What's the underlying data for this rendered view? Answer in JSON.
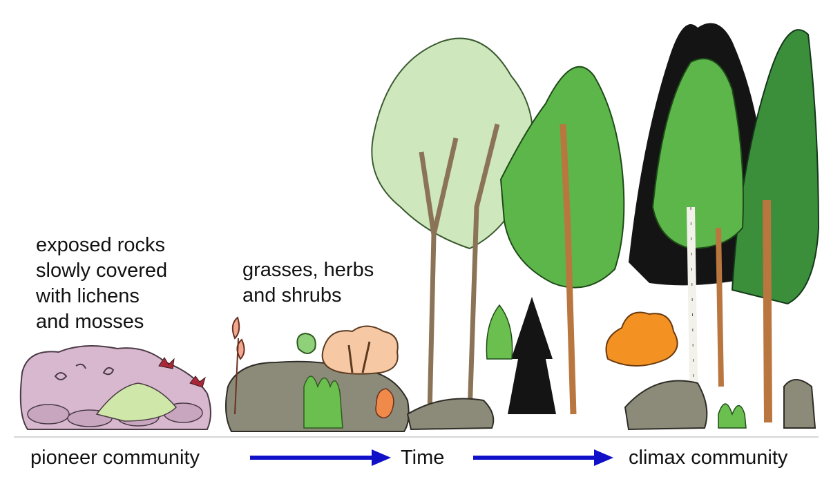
{
  "stages": [
    {
      "lines": [
        "exposed rocks",
        "slowly covered",
        "with lichens",
        "and mosses"
      ]
    },
    {
      "lines": [
        "grasses, herbs",
        "and shrubs"
      ]
    }
  ],
  "timeline": {
    "start_label": "pioneer community",
    "middle_label": "Time",
    "end_label": "climax community",
    "arrow_color": "#1010c8"
  },
  "colors": {
    "rock_pink": "#d8b8cf",
    "rock_gray": "#8c8a78",
    "deciduous_light": "#cfe7bc",
    "pine_green": "#5cb64a",
    "spruce_dark": "#141414",
    "spruce_green": "#3b8e3a",
    "autumn_orange": "#f39223",
    "shrub_peach": "#f6c9a4",
    "trunk_brown": "#b9763f"
  }
}
